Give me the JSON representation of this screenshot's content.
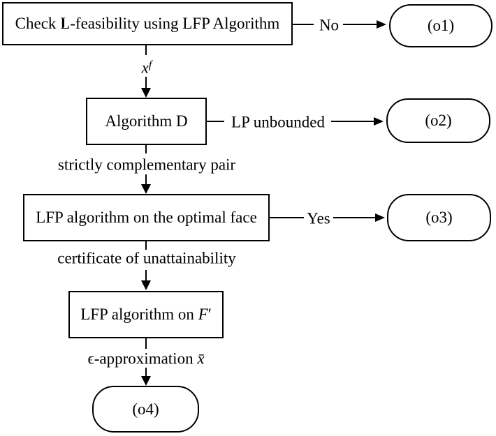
{
  "page": {
    "background": "#ffffff",
    "line_color": "#000000"
  },
  "nodes": {
    "check": {
      "prefix": "Check ",
      "blackboard_letter": "L",
      "suffix": "-feasibility using LFP Algorithm"
    },
    "algorithm_d": {
      "label": "Algorithm D"
    },
    "optimal_face": {
      "label": "LFP algorithm on the optimal face"
    },
    "f_prime": {
      "prefix": "LFP algorithm on ",
      "math_var": "F",
      "prime": "′"
    }
  },
  "terminals": {
    "o1": {
      "label": "(o1)"
    },
    "o2": {
      "label": "(o2)"
    },
    "o3": {
      "label": "(o3)"
    },
    "o4": {
      "label": "(o4)"
    }
  },
  "edges": {
    "no": {
      "label": "No"
    },
    "xf": {
      "base": "x",
      "sup": "f"
    },
    "lp_unbounded": {
      "label": "LP unbounded"
    },
    "strict_pair": {
      "label": "strictly complementary pair"
    },
    "yes": {
      "label": "Yes"
    },
    "certificate": {
      "label": "certificate of unattainability"
    },
    "eps_approx": {
      "prefix": "ϵ-approximation ",
      "math_var": "x̄"
    }
  }
}
